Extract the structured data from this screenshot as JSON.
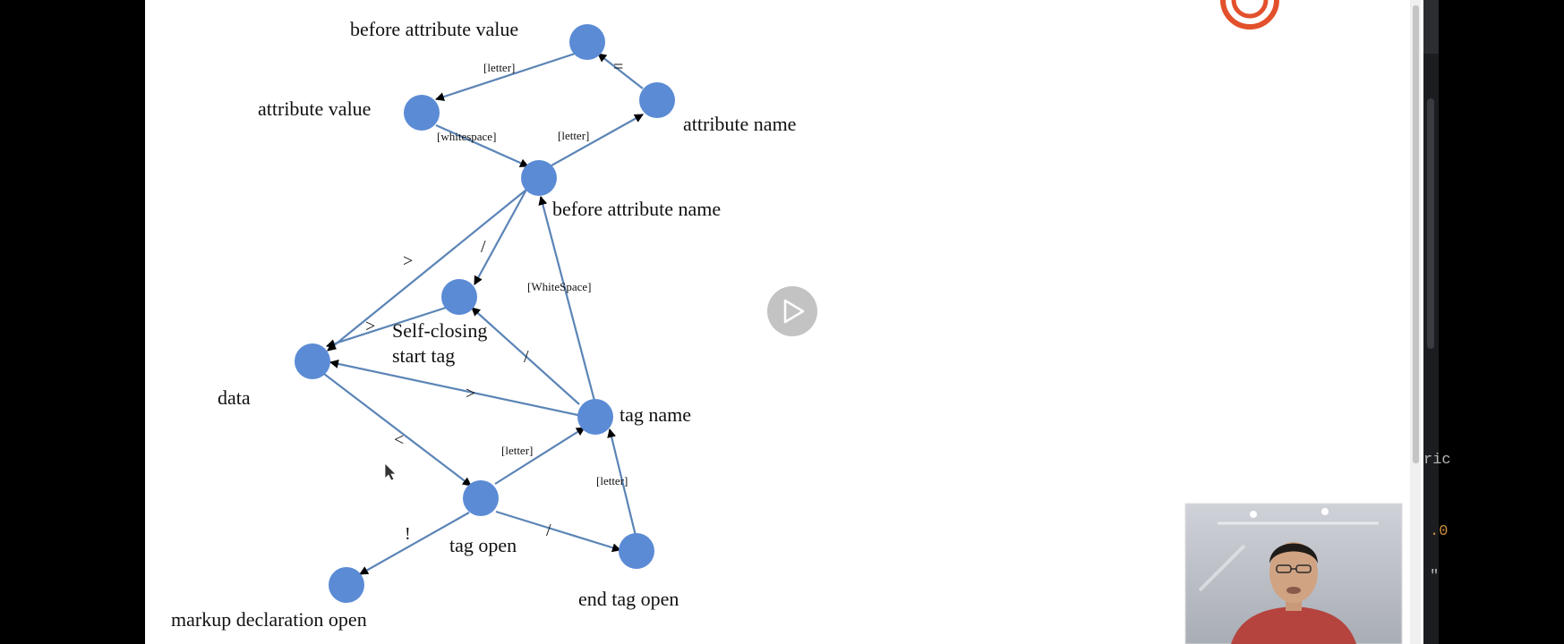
{
  "colors": {
    "node": "#5b8bd5",
    "edge": "#5b84b6",
    "canvas": "#ffffff",
    "frame": "#000000",
    "editor": "#1e1f22",
    "play_button": "#bdbdbd",
    "logo": "#e2512b"
  },
  "nodes": {
    "before_attribute_value": "before attribute value",
    "attribute_value": "attribute value",
    "attribute_name": "attribute name",
    "before_attribute_name": "before attribute name",
    "self_closing_line1": "Self-closing",
    "self_closing_line2": "start tag",
    "data": "data",
    "tag_name": "tag name",
    "tag_open": "tag open",
    "end_tag_open": "end tag open",
    "markup_declaration_open": "markup declaration open"
  },
  "edges": {
    "bav_to_av": "[letter]",
    "an_to_bav": "=",
    "av_to_ban": "[whitespace]",
    "ban_to_an": "[letter]",
    "ban_to_data": ">",
    "ban_to_selfclosing": "/",
    "selfclosing_to_data": ">",
    "tagname_to_ban": "[WhiteSpace]",
    "tagname_to_selfclosing": "/",
    "tagname_to_data": ">",
    "data_to_tagopen": "<",
    "tagopen_to_tagname": "[letter]",
    "endtagopen_to_tagname": "[letter]",
    "tagopen_to_endtagopen": "/",
    "tagopen_to_markup": "!"
  },
  "editor_fragments": {
    "a": "ric",
    "b": ".0",
    "c": "\""
  },
  "icons": {
    "play": "play-icon",
    "cursor": "mouse-cursor-icon",
    "logo": "app-logo-icon",
    "webcam": "presenter-webcam"
  }
}
